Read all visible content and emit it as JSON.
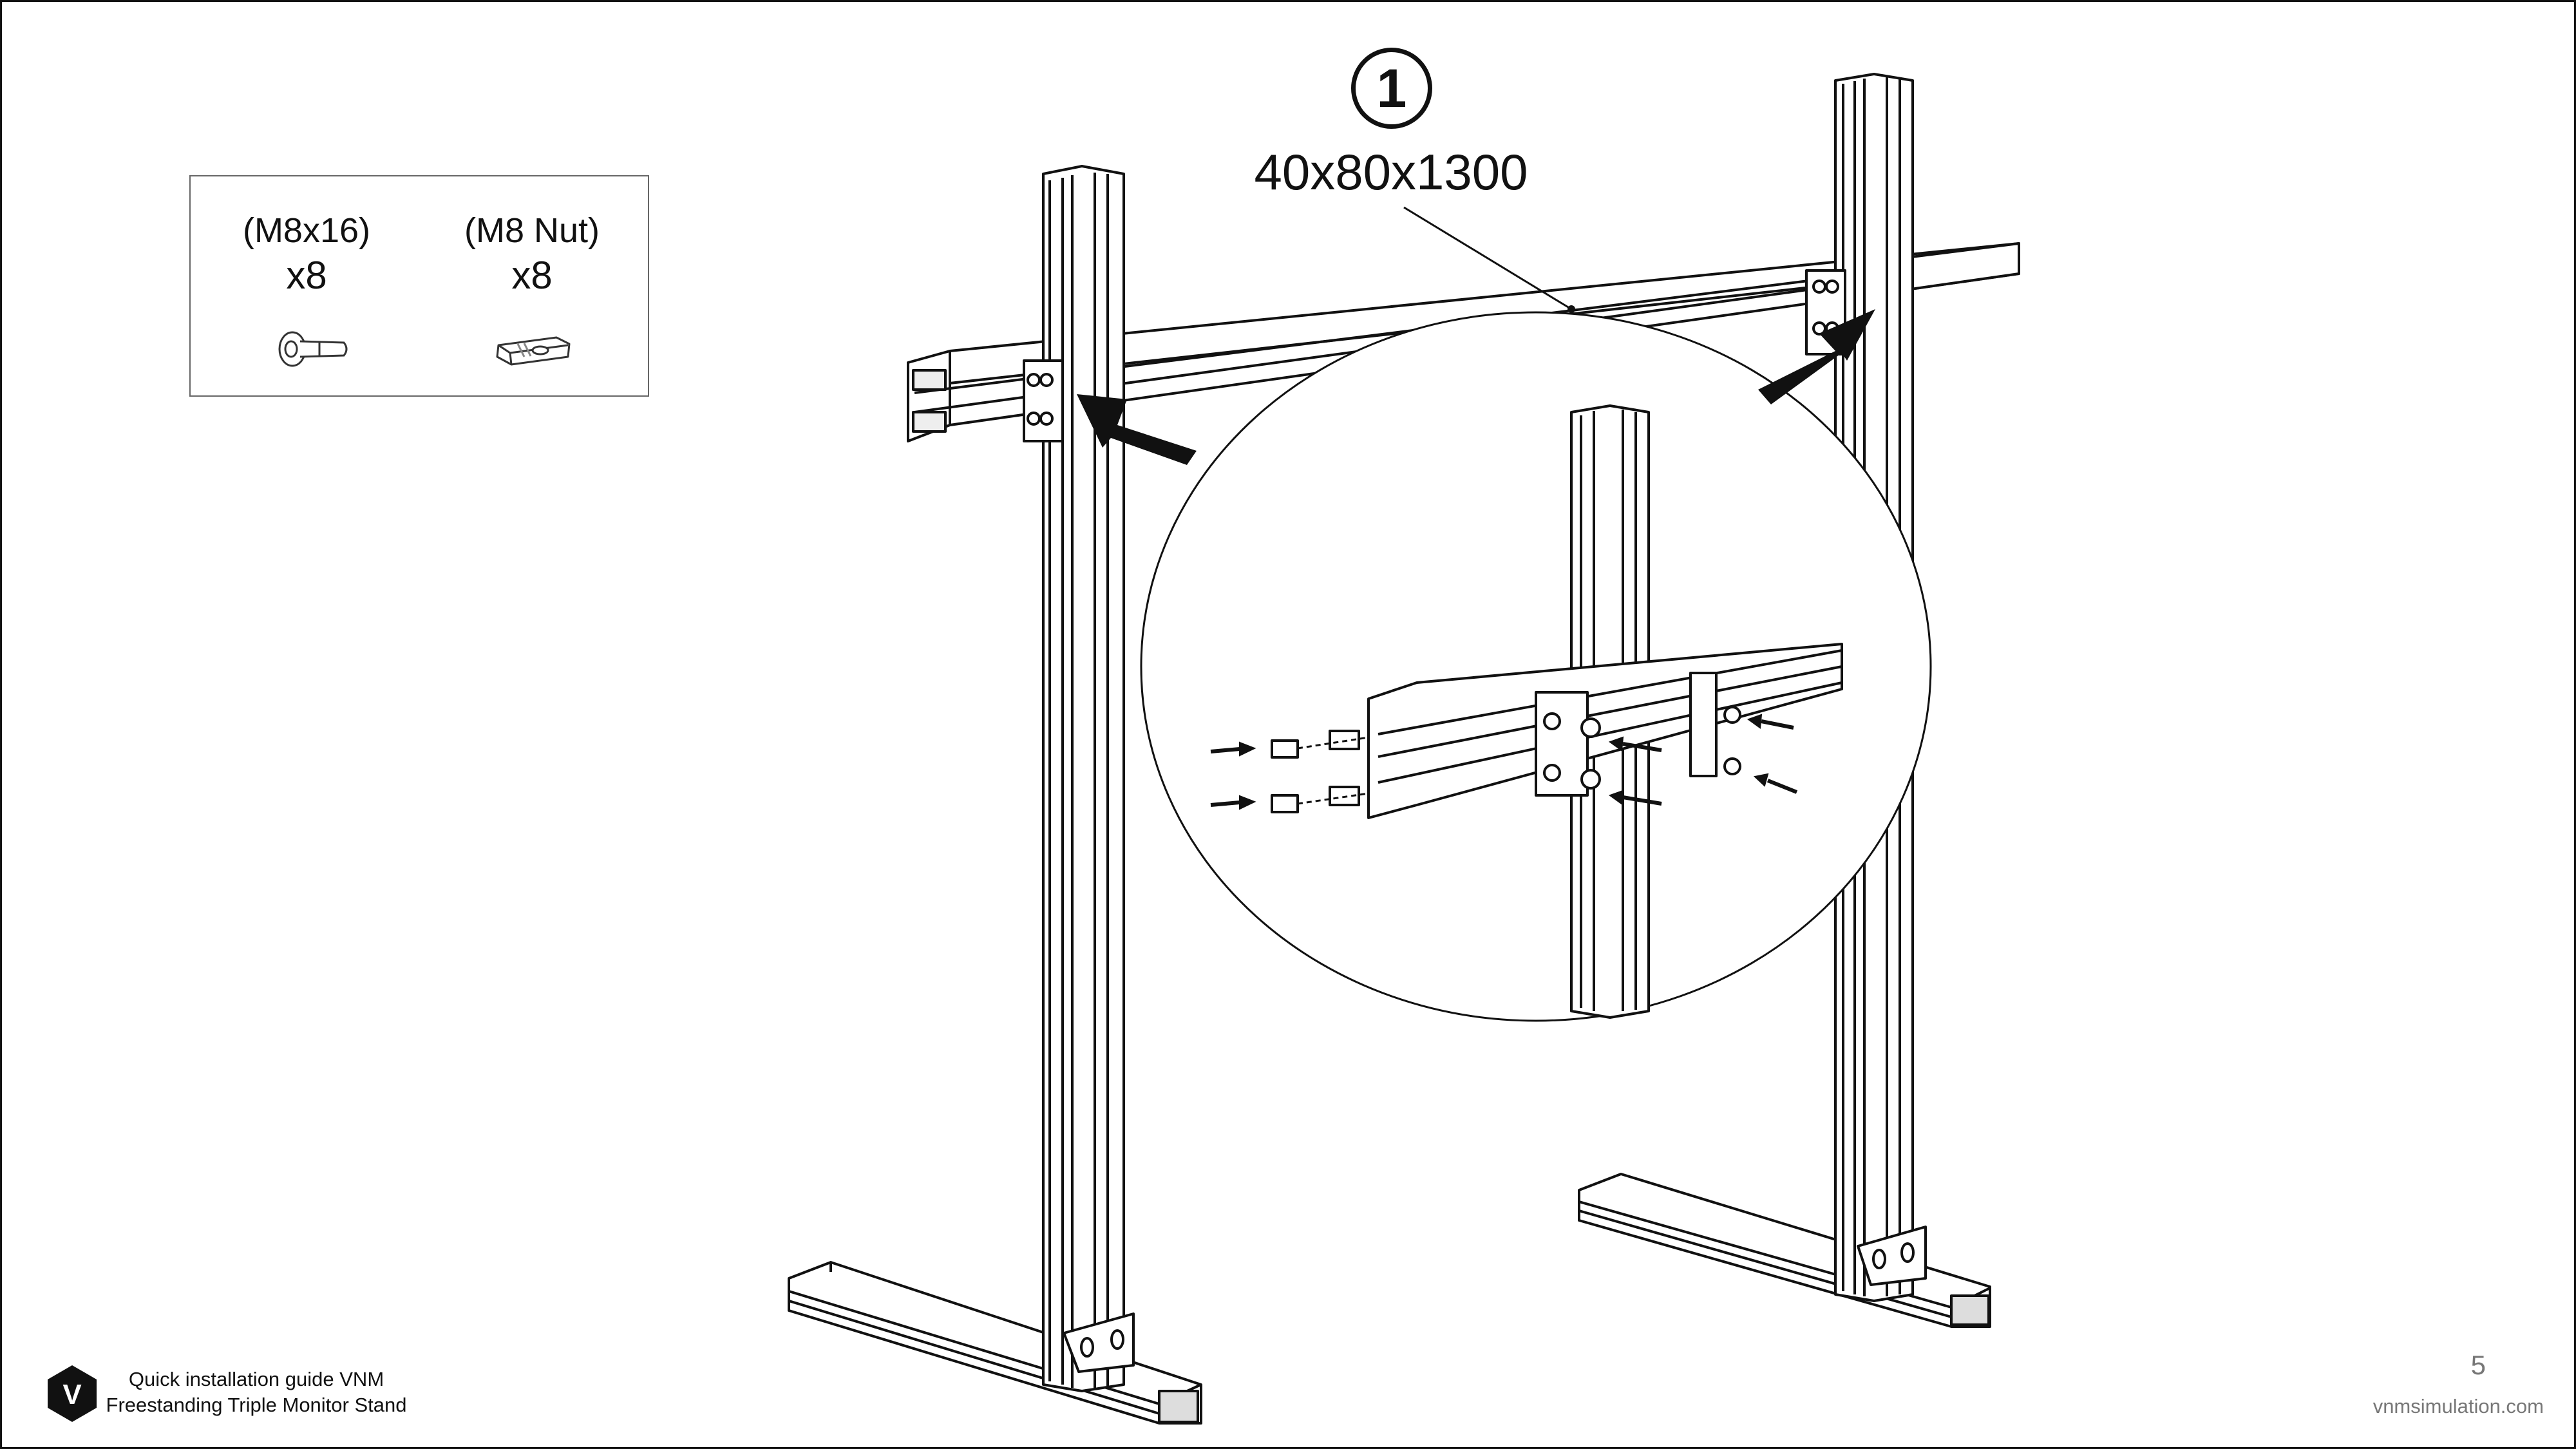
{
  "step": {
    "number": "1",
    "dimension": "40x80x1300"
  },
  "parts": [
    {
      "name": "(M8x16)",
      "quantity": "x8",
      "icon": "bolt-icon"
    },
    {
      "name": "(M8 Nut)",
      "quantity": "x8",
      "icon": "t-nut-icon"
    }
  ],
  "footer": {
    "title_line1": "Quick installation guide VNM",
    "title_line2": "Freestanding Triple Monitor Stand",
    "page_number": "5",
    "website": "vnmsimulation.com",
    "logo_letter": "V"
  }
}
